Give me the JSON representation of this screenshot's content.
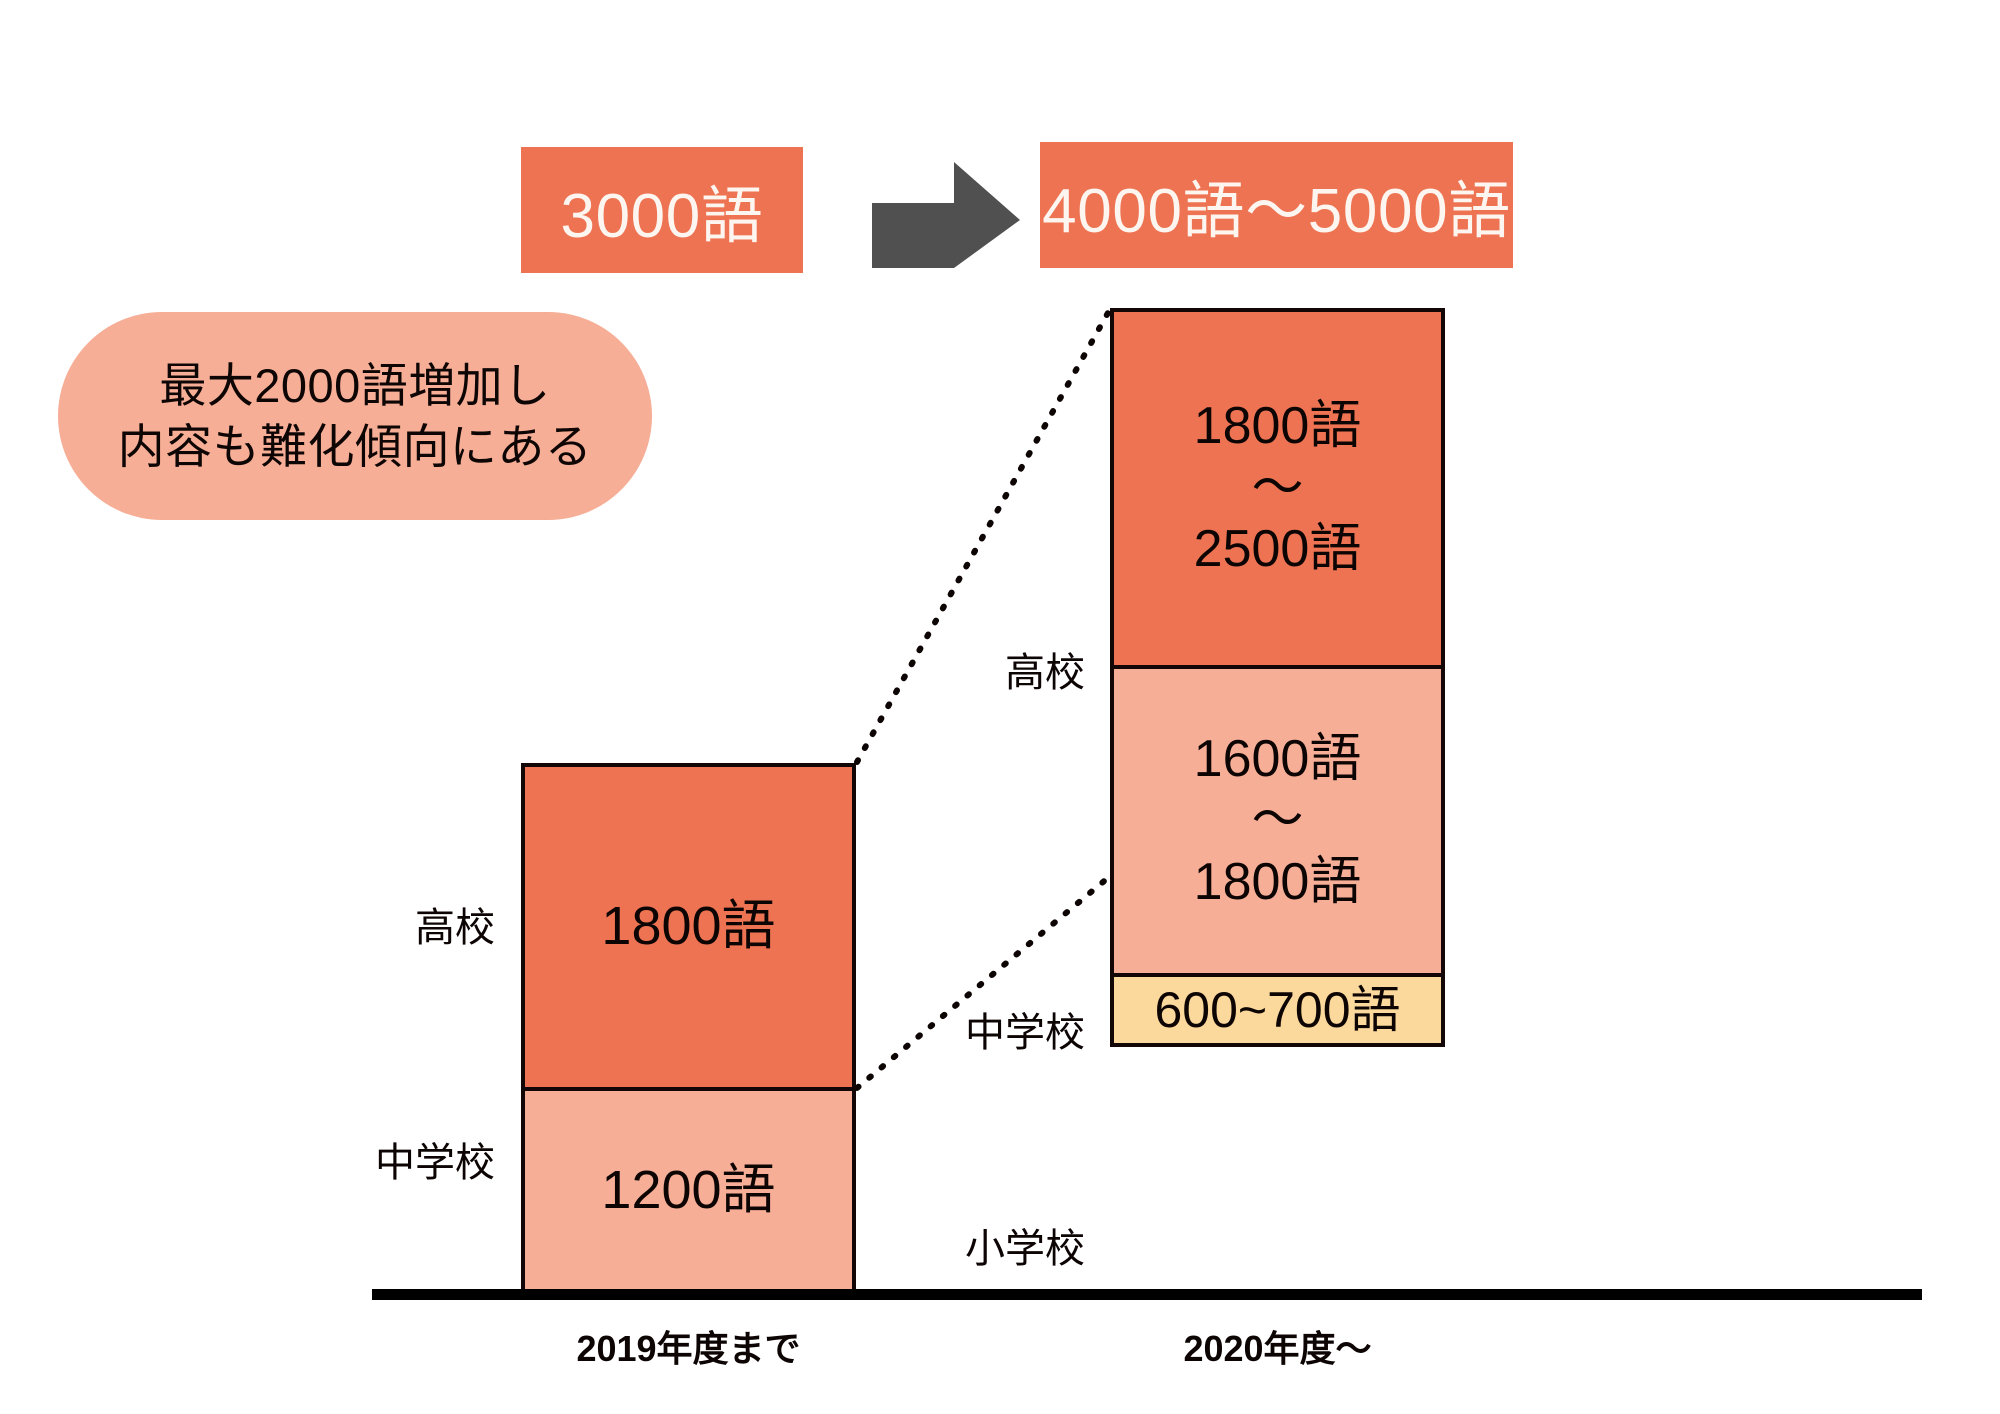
{
  "banners": {
    "before": "3000語",
    "after": "4000語〜5000語",
    "arrow_icon": "right-arrow-icon"
  },
  "callout": {
    "line1": "最大2000語増加し",
    "line2": "内容も難化傾向にある"
  },
  "axis": {
    "left_caption": "2019年度まで",
    "right_caption": "2020年度〜"
  },
  "labels": {
    "high_school": "高校",
    "junior_high": "中学校",
    "elementary": "小学校"
  },
  "left_bar": {
    "high_school_value": "1800語",
    "junior_high_value": "1200語"
  },
  "right_bar": {
    "high_school_value_min": "1800語",
    "high_school_tilde": "〜",
    "high_school_value_max": "2500語",
    "junior_high_value_min": "1600語",
    "junior_high_tilde": "〜",
    "junior_high_value_max": "1800語",
    "elementary_value": "600~700語"
  },
  "colors": {
    "orange": "#EE7352",
    "pink": "#F7AE96",
    "yellow": "#FBD89B",
    "arrow_gray": "#505050",
    "banner_text": "#FDF5EF",
    "outline": "#120606"
  },
  "chart_data": {
    "type": "bar",
    "title": "英単語数の変化（2019年度まで → 2020年度〜）",
    "subtitle": "3000語 → 4000語〜5000語",
    "categories": [
      "2019年度まで",
      "2020年度〜"
    ],
    "stack_order_bottom_to_top": [
      "小学校",
      "中学校",
      "高校"
    ],
    "series": [
      {
        "name": "小学校",
        "labels": [
          "",
          "600~700語"
        ],
        "values": [
          0,
          650
        ],
        "range": [
          null,
          [
            600,
            700
          ]
        ],
        "color": "#FBD89B"
      },
      {
        "name": "中学校",
        "labels": [
          "1200語",
          "1600語〜1800語"
        ],
        "values": [
          1200,
          1700
        ],
        "range": [
          [
            1200,
            1200
          ],
          [
            1600,
            1800
          ]
        ],
        "color": "#F7AE96"
      },
      {
        "name": "高校",
        "labels": [
          "1800語",
          "1800語〜2500語"
        ],
        "values": [
          1800,
          2150
        ],
        "range": [
          [
            1800,
            1800
          ],
          [
            1800,
            2500
          ]
        ],
        "color": "#EE7352"
      }
    ],
    "totals": {
      "2019年度まで": 3000,
      "2020年度〜": "4000〜5000"
    },
    "annotation": "最大2000語増加し 内容も難化傾向にある",
    "xlabel": "",
    "ylabel": "",
    "grid": false,
    "legend": "inline-left-of-bars"
  }
}
